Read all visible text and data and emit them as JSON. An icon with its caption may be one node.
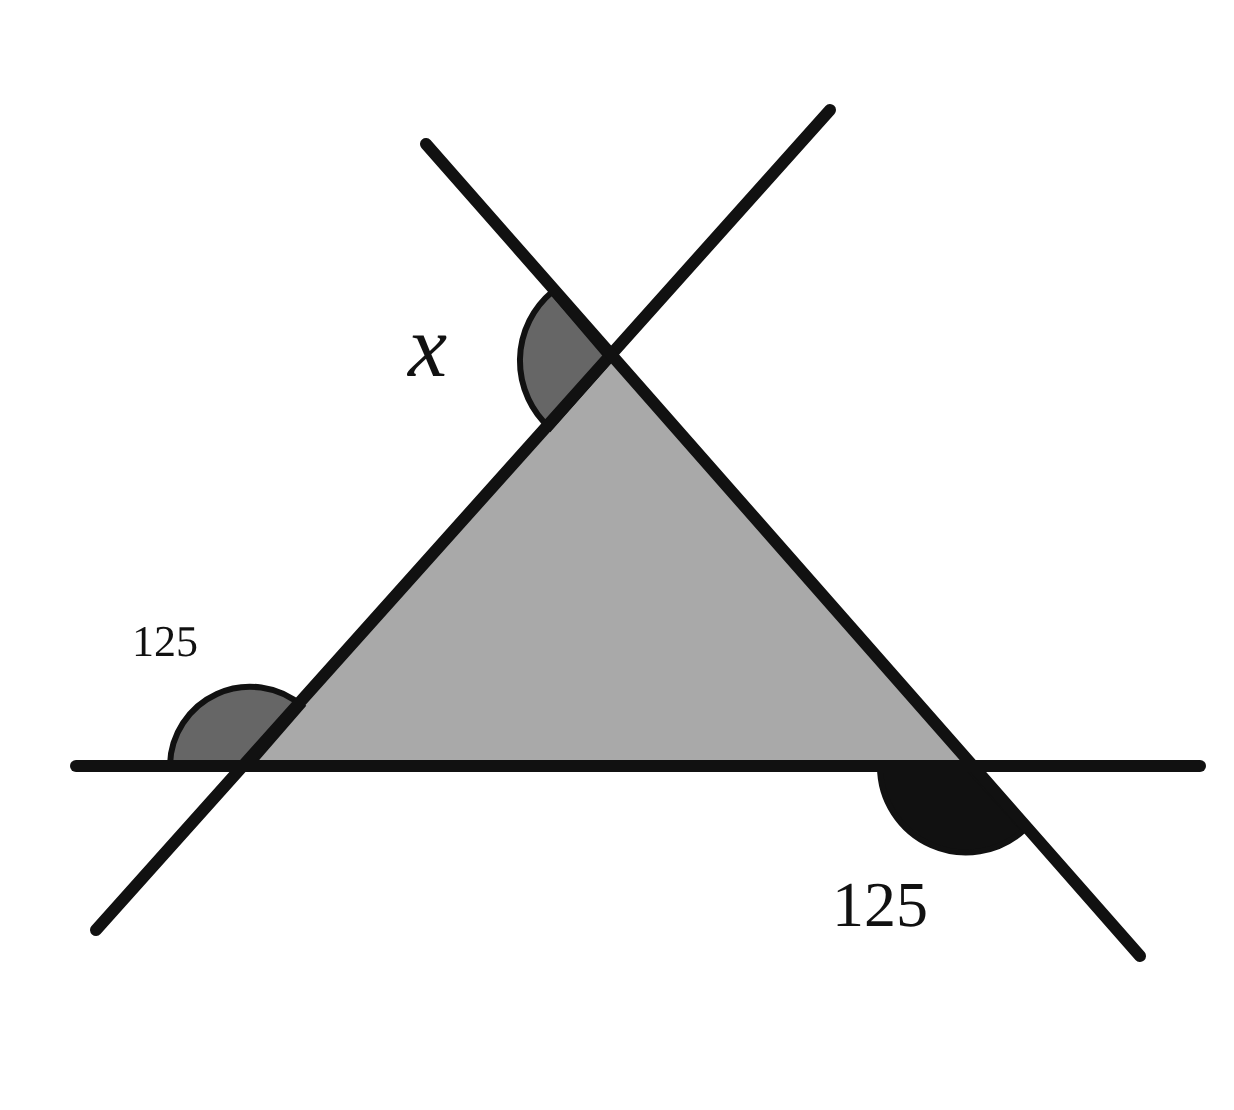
{
  "diagram": {
    "labels": [
      "x",
      "125",
      "125"
    ]
  }
}
